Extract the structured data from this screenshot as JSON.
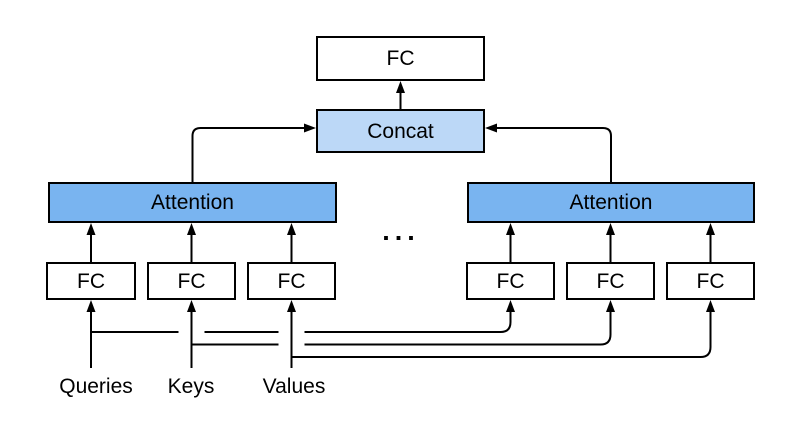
{
  "diagram": {
    "output_fc_label": "FC",
    "concat_label": "Concat",
    "heads": {
      "left": {
        "attention_label": "Attention",
        "fc_labels": [
          "FC",
          "FC",
          "FC"
        ]
      },
      "right": {
        "attention_label": "Attention",
        "fc_labels": [
          "FC",
          "FC",
          "FC"
        ]
      }
    },
    "ellipsis": "...",
    "inputs": {
      "queries": "Queries",
      "keys": "Keys",
      "values": "Values"
    }
  },
  "colors": {
    "attention_fill": "#79b4f0",
    "concat_fill": "#bcd8f7",
    "box_fill": "#ffffff",
    "line": "#000000",
    "background": "#ffffff"
  }
}
